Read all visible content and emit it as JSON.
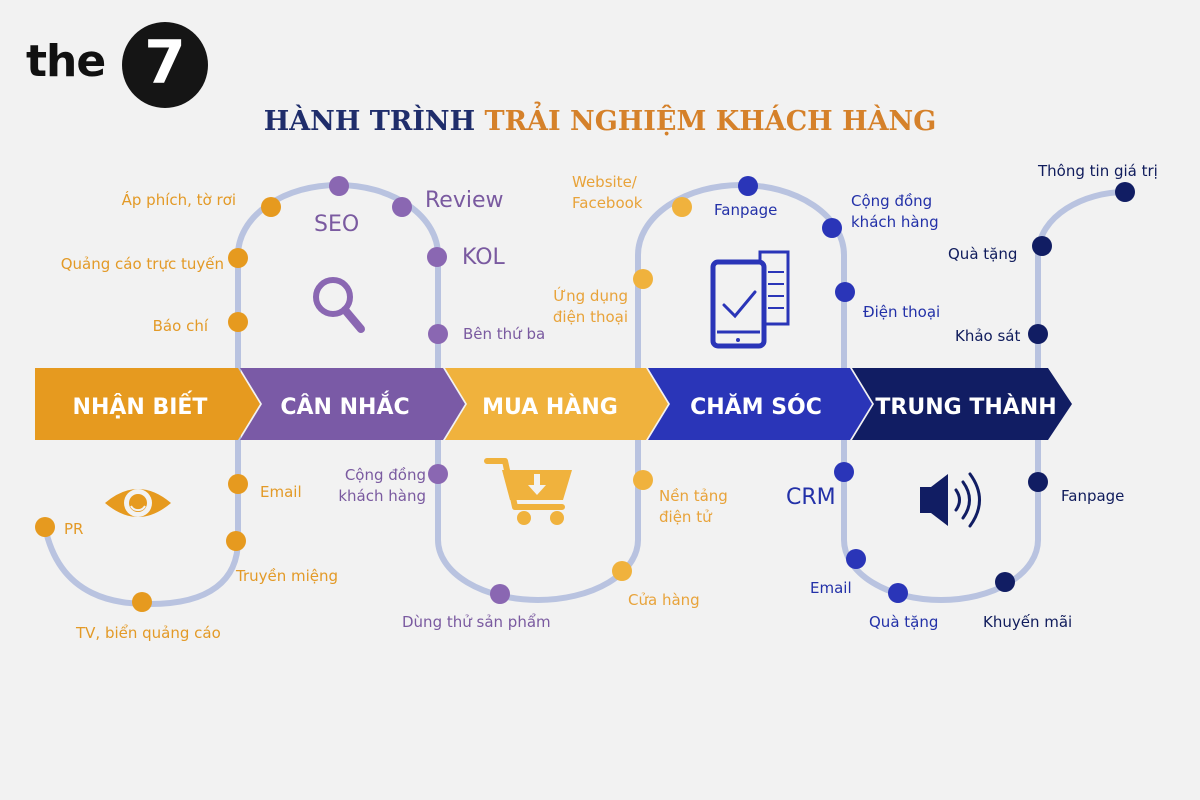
{
  "logo": {
    "text": "the",
    "number": "7"
  },
  "title": {
    "part1": "HÀNH TRÌNH",
    "part2": "TRẢI NGHIỆM KHÁCH HÀNG"
  },
  "stages": [
    {
      "label": "NHẬN BIẾT",
      "color": "#e69a1f"
    },
    {
      "label": "CÂN NHẮC",
      "color": "#7a5aa6"
    },
    {
      "label": "MUA HÀNG",
      "color": "#f0b23d"
    },
    {
      "label": "CHĂM SÓC",
      "color": "#2a35b8"
    },
    {
      "label": "TRUNG THÀNH",
      "color": "#111d63"
    }
  ],
  "colors": {
    "path": "#b9c3e0",
    "orange_dot": "#e69a1f",
    "purple_dot": "#8a67b2",
    "gold_dot": "#f0b23d",
    "blue_dot": "#2a35b8",
    "navy_dot": "#111d63"
  },
  "icons": {
    "awareness": "eye-icon",
    "consideration": "magnifier-icon",
    "purchase": "shopping-cart-icon",
    "care": "mobile-document-icon",
    "loyalty": "speaker-icon"
  },
  "touchpoints": {
    "awareness": {
      "top": [
        "Áp phích, tờ rơi",
        "Quảng cáo trực tuyến",
        "Báo chí"
      ],
      "bottom": [
        "Email",
        "Truyền miệng",
        "TV, biển quảng cáo",
        "PR"
      ]
    },
    "consideration": {
      "top": [
        "SEO",
        "Review",
        "KOL",
        "Bên thứ ba"
      ],
      "bottom": [
        "Cộng đồng khách hàng",
        "Dùng thử sản phẩm"
      ]
    },
    "purchase": {
      "top": [
        "Website/ Facebook",
        "Ứng dụng điện thoại"
      ],
      "bottom": [
        "Nền tảng điện tử",
        "Cửa hàng"
      ]
    },
    "care": {
      "top": [
        "Fanpage",
        "Cộng đồng khách hàng",
        "Điện thoại"
      ],
      "bottom": [
        "CRM",
        "Email",
        "Quà tặng"
      ]
    },
    "loyalty": {
      "top": [
        "Thông tin giá trị",
        "Quà tặng",
        "Khảo sát"
      ],
      "bottom": [
        "Fanpage",
        "Khuyến mãi"
      ]
    }
  }
}
